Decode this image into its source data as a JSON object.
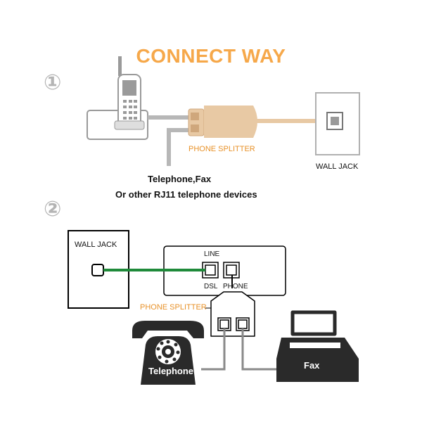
{
  "title": "CONNECT WAY",
  "step1": {
    "number": "①",
    "splitter_label": "PHONE SPLITTER",
    "wall_jack_label": "WALL JACK",
    "devices_line1": "Telephone,Fax",
    "devices_line2": "Or other RJ11 telephone devices"
  },
  "step2": {
    "number": "②",
    "wall_jack_label": "WALL JACK",
    "port_line": "LINE",
    "port_dsl": "DSL",
    "port_phone": "PHONE",
    "splitter_label": "PHONE SPLITTER",
    "telephone_label": "Telephone",
    "fax_label": "Fax"
  },
  "colors": {
    "title": "#f6a84a",
    "splitter_beige": "#e8c9a4",
    "dsl_cable": "#1f8a3a",
    "grey_cable": "#b7b7b7"
  }
}
